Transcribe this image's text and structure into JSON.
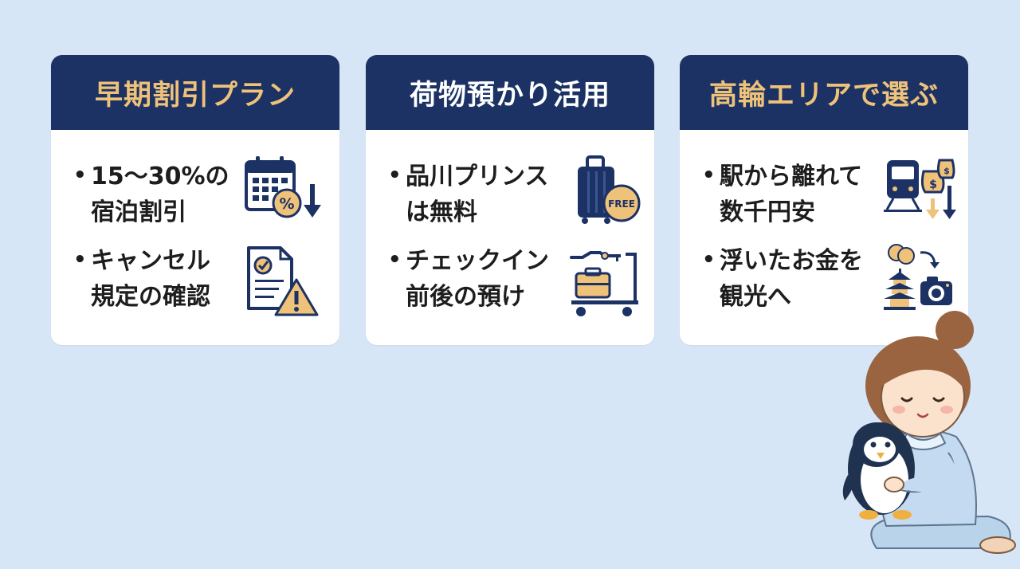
{
  "colors": {
    "background": "#d6e6f6",
    "header": "#1c3264",
    "accent_gold": "#efc27a",
    "text": "#1d1d1d"
  },
  "cards": [
    {
      "title": "早期割引プラン",
      "title_color": "#efc27a",
      "items": [
        {
          "line1": "15〜30%の",
          "line2": "宿泊割引",
          "icon": "calendar-discount-icon"
        },
        {
          "line1": "キャンセル",
          "line2": "規定の確認",
          "icon": "document-warning-icon"
        }
      ]
    },
    {
      "title": "荷物預かり活用",
      "title_color": "#ffffff",
      "items": [
        {
          "line1": "品川プリンス",
          "line2": "は無料",
          "icon": "suitcase-free-icon",
          "badge": "FREE"
        },
        {
          "line1": "チェックイン",
          "line2": "前後の預け",
          "icon": "luggage-cart-icon"
        }
      ]
    },
    {
      "title": "高輪エリアで選ぶ",
      "title_color": "#efc27a",
      "items": [
        {
          "line1": "駅から離れて",
          "line2": "数千円安",
          "icon": "train-money-icon"
        },
        {
          "line1": "浮いたお金を",
          "line2": "観光へ",
          "icon": "pagoda-camera-icon"
        }
      ]
    }
  ],
  "illustration": {
    "icon": "girl-with-penguin-icon"
  }
}
